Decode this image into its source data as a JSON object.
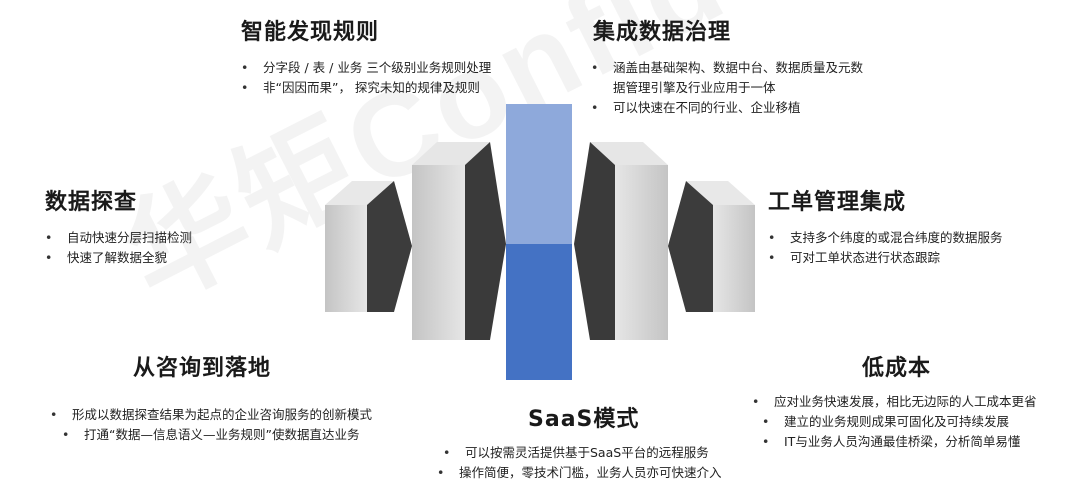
{
  "watermark": "华矩Confidential",
  "center": {
    "title": "SaaS模式",
    "bullets": [
      "可以按需灵活提供基于SaaS平台的远程服务",
      "操作简便，零技术门槛，业务人员亦可快速介入"
    ]
  },
  "top_left": {
    "title": "智能发现规则",
    "bullets": [
      "分字段 / 表 / 业务 三个级别业务规则处理",
      "非“因因而果”， 探究未知的规律及规则"
    ]
  },
  "top_right": {
    "title": "集成数据治理",
    "bullets": [
      "涵盖由基础架构、数据中台、数据质量及元数据管理引擎及行业应用于一体",
      "可以快速在不同的行业、企业移植"
    ]
  },
  "mid_left": {
    "title": "数据探查",
    "bullets": [
      "自动快速分层扫描检测",
      "快速了解数据全貌"
    ]
  },
  "mid_right": {
    "title": "工单管理集成",
    "bullets": [
      "支持多个纬度的或混合纬度的数据服务",
      "可对工单状态进行状态跟踪"
    ]
  },
  "bottom_left": {
    "title": "从咨询到落地",
    "bullets": [
      "形成以数据探查结果为起点的企业咨询服务的创新模式",
      "打通“数据—信息语义—业务规则”使数据直达业务"
    ]
  },
  "bottom_right": {
    "title": "低成本",
    "bullets": [
      "应对业务快速发展，相比无边际的人工成本更省",
      "建立的业务规则成果可固化及可持续发展",
      "IT与业务人员沟通最佳桥梁，分析简单易懂"
    ]
  },
  "colors": {
    "center_top": "#8EA9DB",
    "center_bottom": "#4472C4",
    "block_light": "#d6d6d6",
    "block_mid": "#b4b4b4",
    "block_dark": "#3a3a3a"
  }
}
